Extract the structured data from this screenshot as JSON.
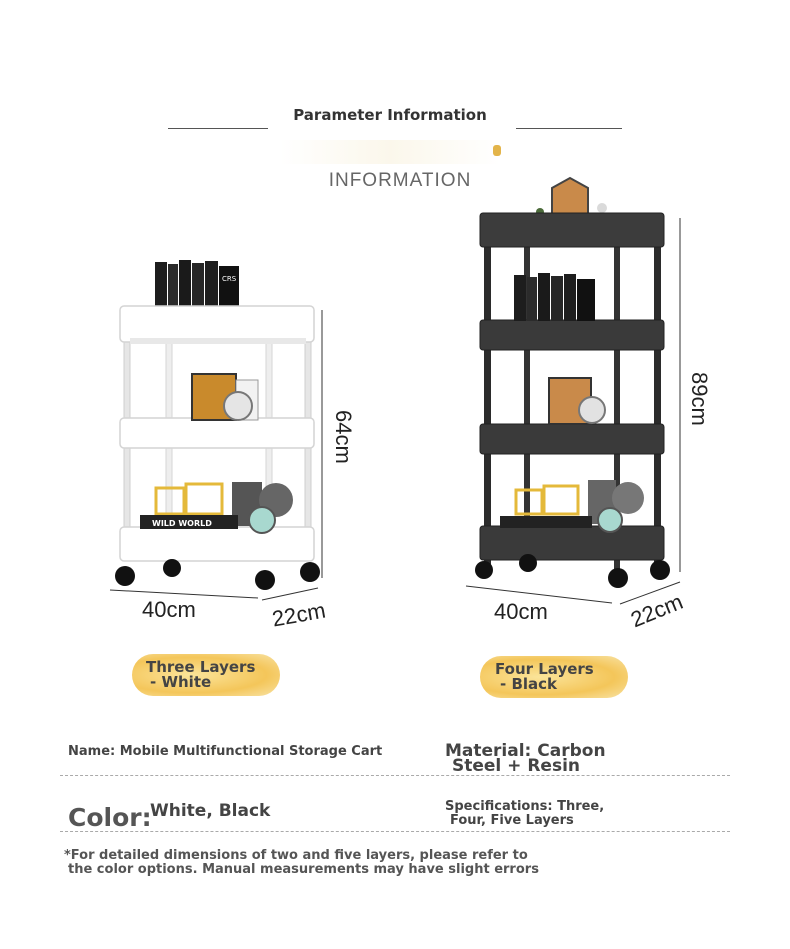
{
  "header": {
    "title": "Parameter Information",
    "subtitle": "INFORMATION"
  },
  "products": [
    {
      "dims": {
        "height": "64cm",
        "width": "40cm",
        "depth": "22cm"
      },
      "label_line1": "Three Layers",
      "label_line2": "- White",
      "cart_color": "#ffffff"
    },
    {
      "dims": {
        "height": "89cm",
        "width": "40cm",
        "depth": "22cm"
      },
      "label_line1": "Four Layers",
      "label_line2": "- Black",
      "cart_color": "#3a3a3a"
    }
  ],
  "decor_text": {
    "book": "CRS",
    "box": "WILD WORLD"
  },
  "specs": {
    "name": "Name: Mobile Multifunctional Storage Cart",
    "material_line1": "Material: Carbon",
    "material_line2": "Steel + Resin",
    "color_label": "Color:",
    "color_value": "White, Black",
    "spec_line1": "Specifications: Three,",
    "spec_line2": "Four, Five Layers"
  },
  "note": {
    "line1": "*For detailed dimensions of two and five layers, please refer to",
    "line2": "the color options. Manual measurements may have slight errors"
  },
  "colors": {
    "accent_pill": "#f4c65a",
    "text": "#444444"
  }
}
